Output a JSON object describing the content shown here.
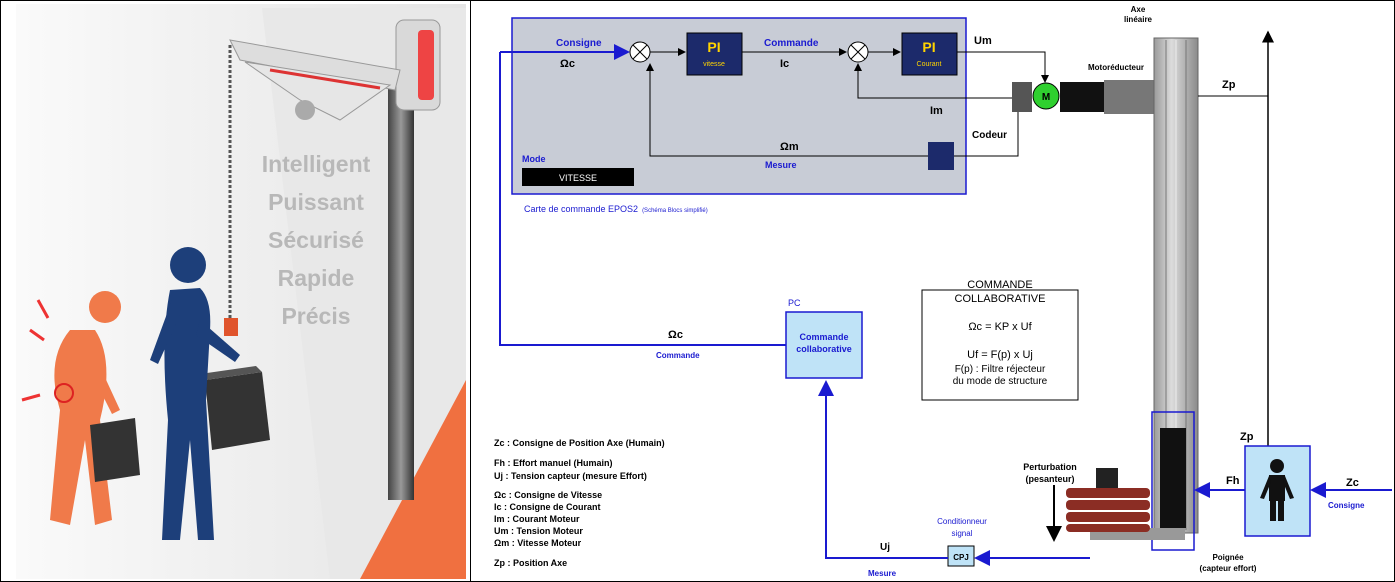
{
  "left_panel": {
    "taglines": [
      "Intelligent",
      "Puissant",
      "Sécurisé",
      "Rapide",
      "Précis"
    ]
  },
  "epos_card": {
    "consigne": "Consigne",
    "omega_c": "Ωc",
    "pi1": "PI",
    "pi1_sub": "vitesse",
    "commande": "Commande",
    "ic": "Ic",
    "pi2": "PI",
    "pi2_sub": "Courant",
    "um": "Um",
    "im": "Im",
    "omega_m": "Ωm",
    "mesure": "Mesure",
    "codeur": "Codeur",
    "mode": "Mode",
    "mode_value": "VITESSE",
    "caption": "Carte de commande EPOS2",
    "caption_small": "(Schéma Blocs simplifié)"
  },
  "mechanics": {
    "axe": "Axe",
    "lineaire": "linéaire",
    "motoreducteur": "Motoréducteur",
    "m": "M",
    "zp_top": "Zp",
    "zp_mid": "Zp",
    "fh": "Fh",
    "zc": "Zc",
    "consigne": "Consigne",
    "perturbation": "Perturbation",
    "pesanteur": "(pesanteur)",
    "poignee": "Poignée",
    "capteur": "(capteur effort)"
  },
  "pc": {
    "pc": "PC",
    "block_l1": "Commande",
    "block_l2": "collaborative",
    "omega_c": "Ωc",
    "commande": "Commande"
  },
  "formula_box": {
    "title1": "COMMANDE",
    "title2": "COLLABORATIVE",
    "eq1": "Ωc = KP x Uf",
    "eq2": "Uf = F(p) x Uj",
    "eq3": "F(p) : Filtre réjecteur",
    "eq4": "du mode de structure"
  },
  "conditioner": {
    "title1": "Conditionneur",
    "title2": "signal",
    "cpj": "CPJ",
    "uj": "Uj",
    "mesure": "Mesure"
  },
  "legend": [
    "Zc : Consigne de Position Axe (Humain)",
    "Fh : Effort manuel (Humain)",
    "Uj : Tension capteur (mesure Effort)",
    "Ωc : Consigne de Vitesse",
    "Ic : Consigne de Courant",
    "Im : Courant Moteur",
    "Um : Tension Moteur",
    "Ωm : Vitesse Moteur",
    "Zp : Position Axe"
  ],
  "colors": {
    "blue": "#1a1ad0",
    "block_dark": "#1c2a6b",
    "card_bg": "#c8ccd6",
    "light_blue": "#bfe3f7",
    "orange": "#f07040",
    "figure_blue": "#1d3f7a"
  }
}
